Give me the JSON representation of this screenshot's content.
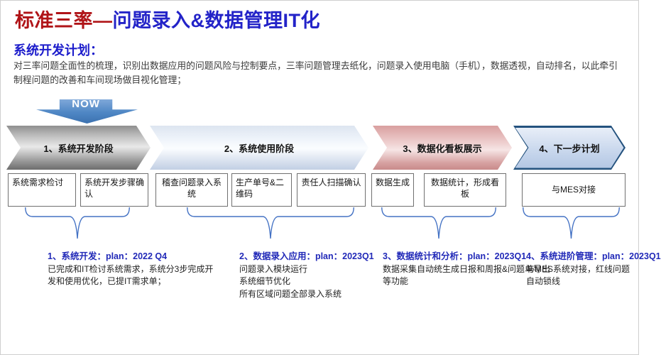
{
  "slide": {
    "title": {
      "main": "标准三率—",
      "sub": "问题录入&数据管理IT化"
    },
    "section": {
      "heading": "系统开发计划：",
      "body": "对三率问题全面性的梳理，识别出数据应用的问题风险与控制要点，三率问题管理去纸化，问题录入使用电脑（手机），数据透视，自动排名，以此牵引制程问题的改善和车间现场做目视化管理；"
    },
    "now_label": "NOW",
    "stages": [
      {
        "label": "1、系统开发阶段"
      },
      {
        "label": "2、系统使用阶段"
      },
      {
        "label": "3、数据化看板展示"
      },
      {
        "label": "4、下一步计划"
      }
    ],
    "boxes": [
      "系统需求检讨",
      "系统开发步骤确认",
      "稽查问题录入系统",
      "生产单号&二维码",
      "责任人扫描确认",
      "数据生成",
      "数据统计，形成看板",
      "与MES对接"
    ],
    "plans": [
      {
        "heading": "1、系统开发：plan：2022 Q4",
        "body": "已完成和IT检讨系统需求，系统分3步完成开发和使用优化，已提IT需求单；"
      },
      {
        "heading": "2、数据录入应用：plan：2023Q1",
        "body": "问题录入模块运行\n系统细节优化\n所有区域问题全部录入系统"
      },
      {
        "heading": "3、数据统计和分析：plan：2023Q1",
        "body": "数据采集自动统生成日报和周报&问题单导出等功能"
      },
      {
        "heading": "4、系统进阶管理：plan：2023Q1",
        "body": "与MES系统对接，红线问题自动锁线"
      }
    ],
    "colors": {
      "title_red": "#B01418",
      "title_blue": "#2323C8",
      "section_blue": "#1C1CCB",
      "plan_heading_blue": "#2129B8",
      "brace_blue": "#4472C4",
      "now_arrow_blue": "#4E86C4"
    }
  }
}
